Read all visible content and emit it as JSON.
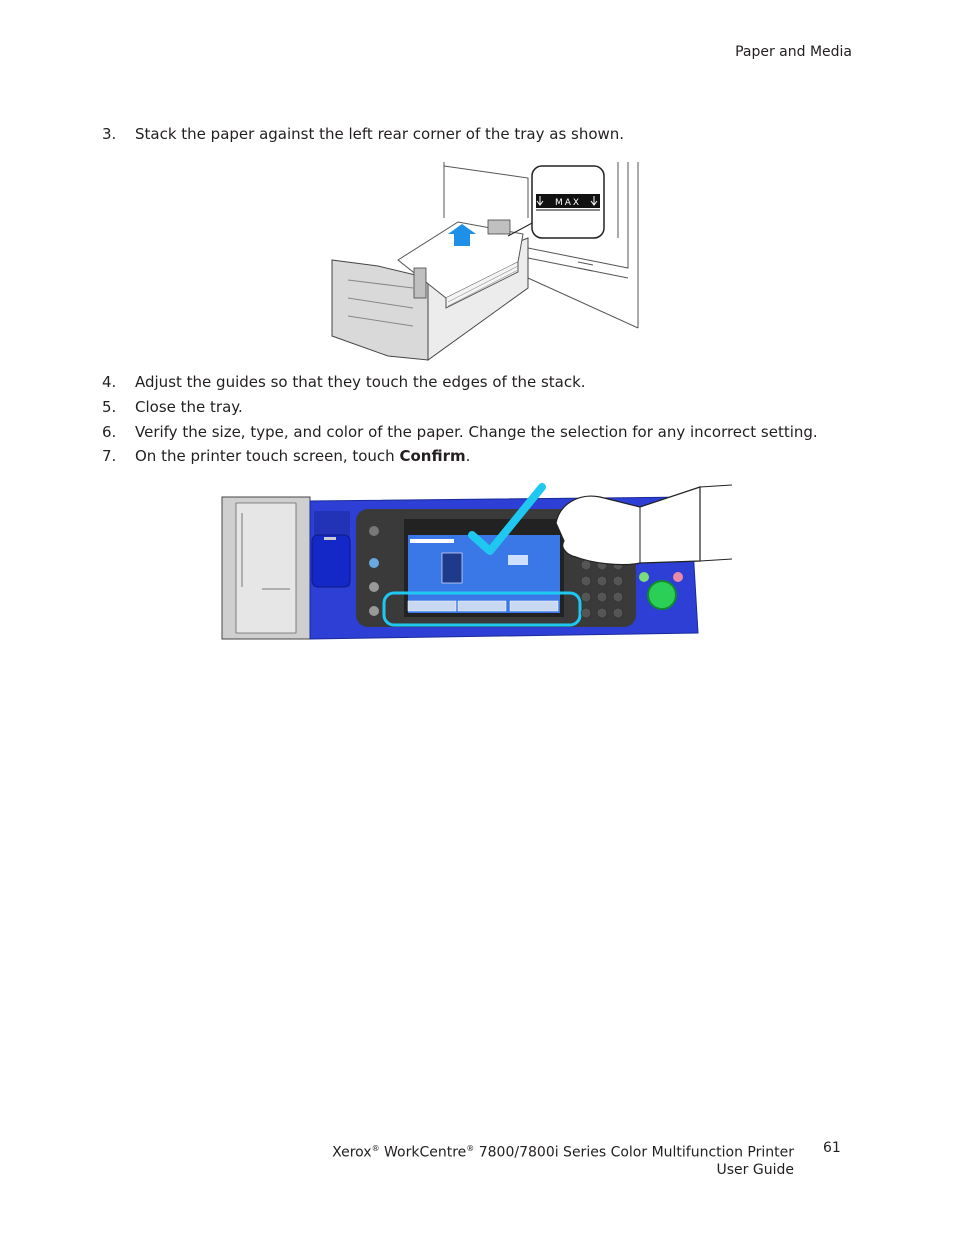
{
  "header": {
    "section": "Paper and Media"
  },
  "steps": [
    {
      "num": "3.",
      "text": "Stack the paper against the left rear corner of the tray as shown."
    },
    {
      "num": "4.",
      "text": "Adjust the guides so that they touch the edges of the stack."
    },
    {
      "num": "5.",
      "text": "Close the tray."
    },
    {
      "num": "6.",
      "text": "Verify the size, type, and color of the paper. Change the selection for any incorrect setting."
    },
    {
      "num": "7.",
      "text_before": "On the printer touch screen, touch ",
      "bold": "Confirm",
      "text_after": "."
    }
  ],
  "figure_tray": {
    "max_label": "MAX"
  },
  "footer": {
    "brand": "Xerox",
    "reg": "®",
    "product": " WorkCentre",
    "product_rest": " 7800/7800i Series Color Multifunction Printer",
    "guide": "User Guide",
    "page": "61"
  },
  "colors": {
    "panel_blue": "#2d3fd4",
    "check_cyan": "#1ec8f0",
    "arrow_blue": "#1e90e8"
  }
}
